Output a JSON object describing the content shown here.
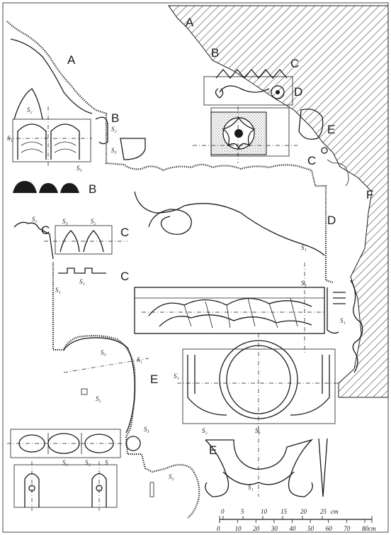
{
  "labels": {
    "A": "A",
    "B": "B",
    "C": "C",
    "D": "D",
    "E": "E",
    "F": "F"
  },
  "section_marks": {
    "s1": "S₁",
    "s2": "S₂",
    "s3": "S₃",
    "s": "S"
  },
  "scale": {
    "unit": "cm",
    "upper_ticks": [
      "0",
      "5",
      "10",
      "15",
      "20",
      "25"
    ],
    "lower_ticks": [
      "0",
      "10",
      "20",
      "30",
      "40",
      "50",
      "60",
      "70",
      "80"
    ],
    "lower_end_label": "80cm"
  },
  "colors": {
    "ink": "#1b1b1b",
    "paper": "#ffffff"
  }
}
